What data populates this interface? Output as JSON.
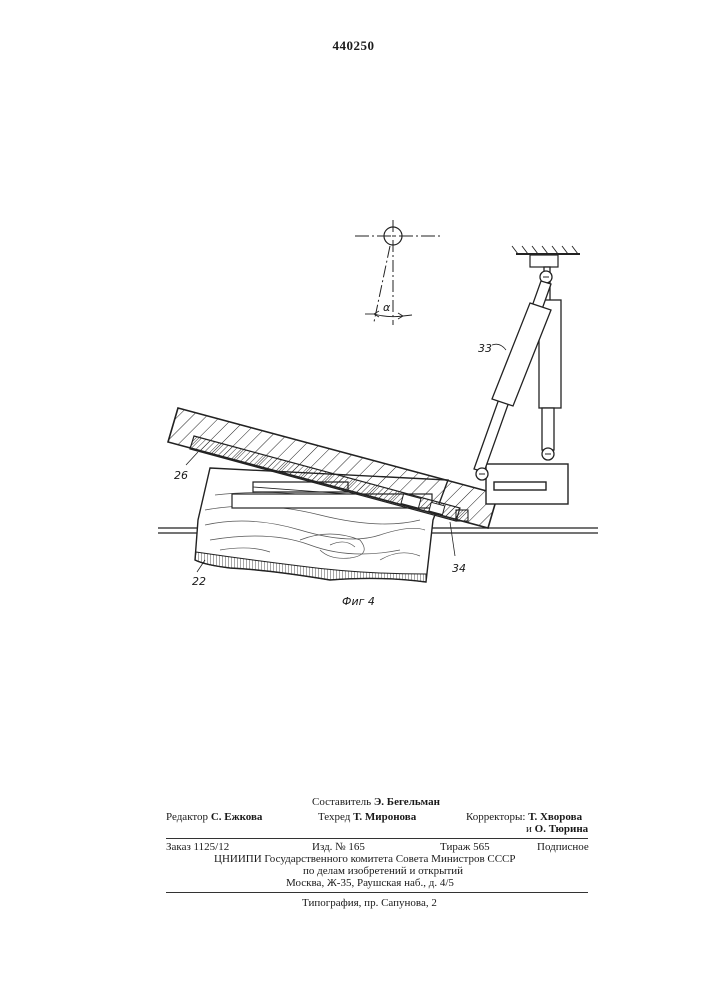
{
  "patent_number": "440250",
  "figure": {
    "caption": "Фиг 4",
    "labels": {
      "l33": "33",
      "l26": "26",
      "l22": "22",
      "l34": "34",
      "alpha": "α"
    }
  },
  "credits": {
    "compiler": {
      "prefix": "Составитель ",
      "name": "Э. Бегельман"
    },
    "editor": {
      "prefix": "Редактор ",
      "name": "С. Ежкова"
    },
    "techred": {
      "prefix": "Техред ",
      "name": "Т. Миронова"
    },
    "correctors": {
      "prefix": "Корректоры: ",
      "name1": "Т. Хворова",
      "and": "и ",
      "name2": "О. Тюрина"
    }
  },
  "order": {
    "order_no": "Заказ 1125/12",
    "edition": "Изд. № 165",
    "run": "Тираж 565",
    "subscription": "Подписное",
    "org_line1": "ЦНИИПИ Государственного комитета Совета Министров СССР",
    "org_line2": "по делам изобретений и открытий",
    "org_line3": "Москва, Ж-35, Раушская наб., д. 4/5"
  },
  "printing": "Типография, пр. Сапунова, 2"
}
